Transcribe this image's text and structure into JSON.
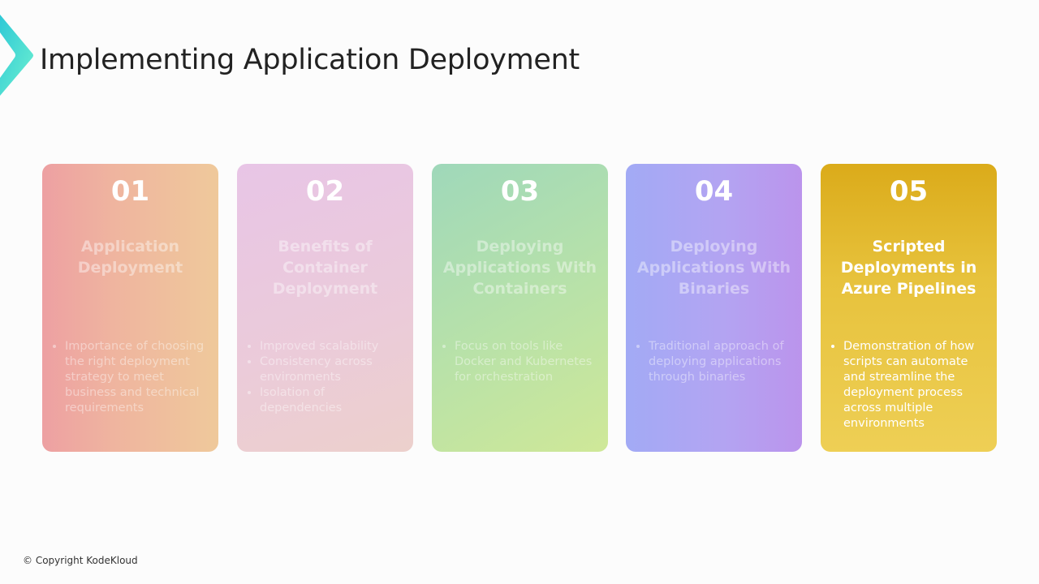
{
  "header": {
    "title": "Implementing Application Deployment",
    "logo_icon": "chevron-logo-icon"
  },
  "cards": [
    {
      "number": "01",
      "title": "Application Deployment",
      "bullets": [
        "Importance of choosing the right deployment strategy to meet business and technical requirements"
      ]
    },
    {
      "number": "02",
      "title": "Benefits of Container Deployment",
      "bullets": [
        "Improved scalability",
        "Consistency across environments",
        "Isolation of dependencies"
      ]
    },
    {
      "number": "03",
      "title": "Deploying Applications With Containers",
      "bullets": [
        "Focus on tools like Docker and Kubernetes for orchestration"
      ]
    },
    {
      "number": "04",
      "title": "Deploying Applications With Binaries",
      "bullets": [
        "Traditional approach of deploying applications through binaries"
      ]
    },
    {
      "number": "05",
      "title": "Scripted Deployments in Azure Pipelines",
      "bullets": [
        "Demonstration of how scripts can automate and streamline the deployment process across multiple environments"
      ]
    }
  ],
  "footer": {
    "copyright": "© Copyright KodeKloud"
  }
}
